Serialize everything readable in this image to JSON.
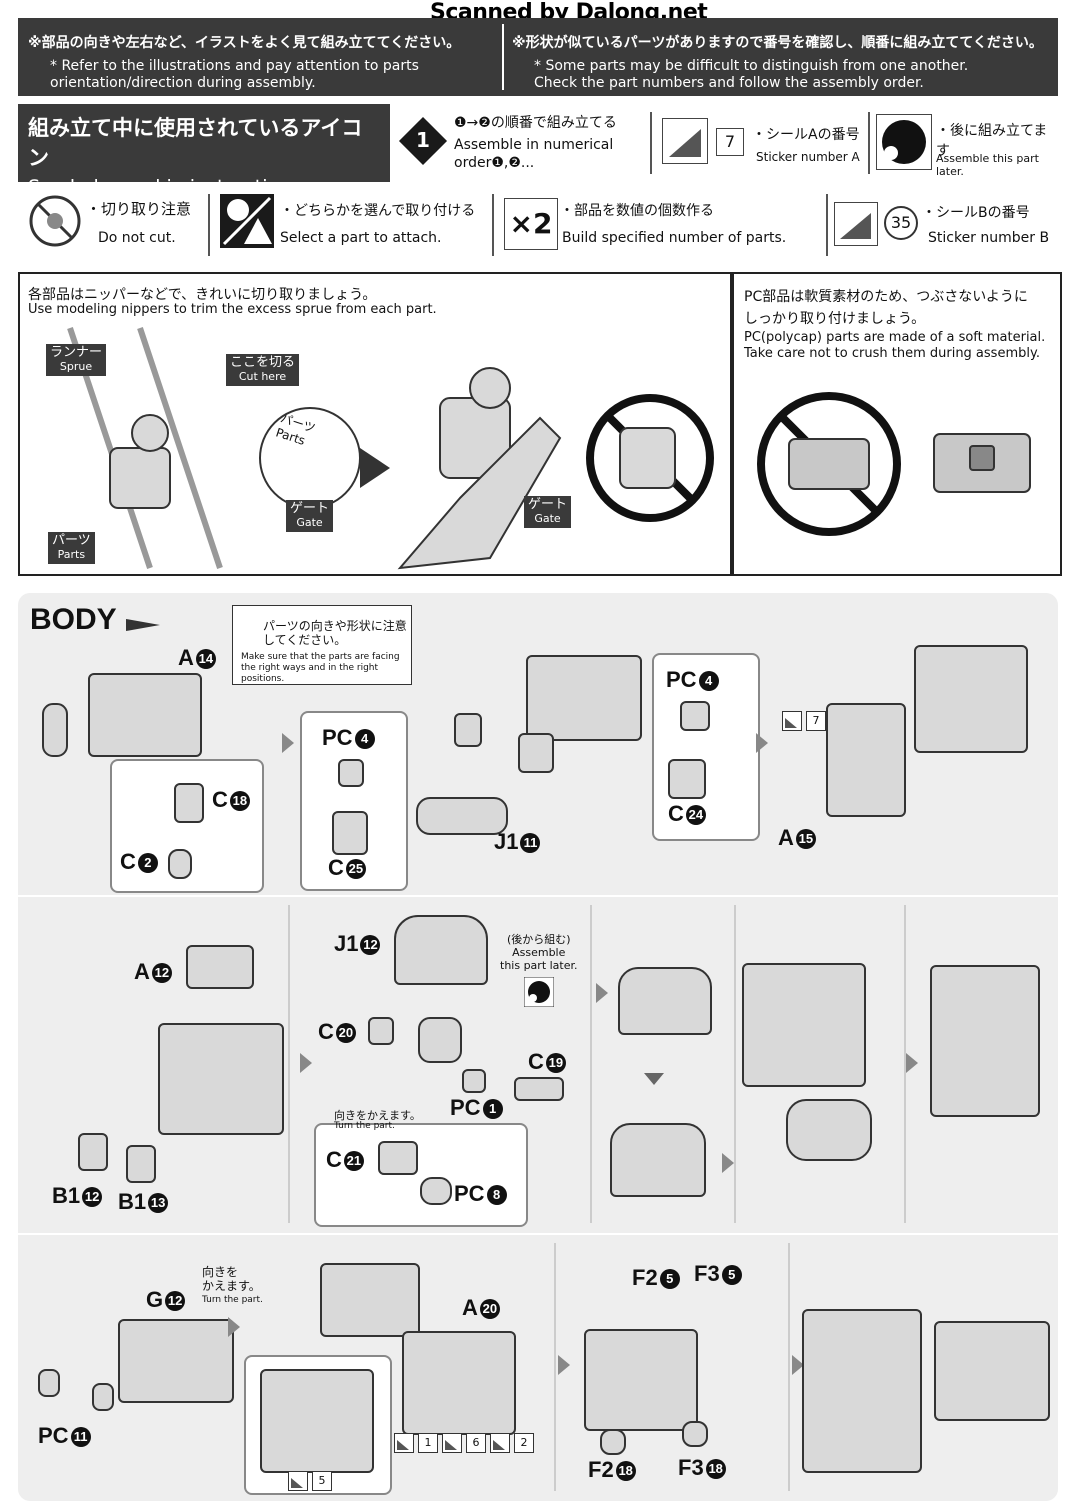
{
  "header": {
    "scanned_by": "Scanned by Dalong.net",
    "left_jp": "※部品の向きや左右など、イラストをよく見て組み立ててください。",
    "left_en": "* Refer to the illustrations and pay attention to parts\norientation/direction during assembly.",
    "right_jp": "※形状が似ているパーツがありますので番号を確認し、順番に組み立ててください。",
    "right_en": "* Some parts may be difficult to distinguish from one another.\nCheck the part numbers and follow the assembly order."
  },
  "symbols": {
    "title_jp": "組み立て中に使用されているアイコン",
    "title_en": "Symbols used in instructions",
    "step_number": "1",
    "order_jp": "❶→❷の順番で組み立てる",
    "order_en": "Assemble in numerical order❶,❷...",
    "sticker_a_num": "7",
    "sticker_a_jp": "・シールAの番号",
    "sticker_a_en": "Sticker number A",
    "later_jp": "・後に組み立てます",
    "later_en": "Assemble this part later.",
    "nocut_jp": "・切り取り注意",
    "nocut_en": "Do not cut.",
    "choose_jp": "・どちらかを選んで取り付ける",
    "choose_en": "Select a part to attach.",
    "x2_label": "×2",
    "build_jp": "・部品を数値の個数作る",
    "build_en": "Build specified number of parts.",
    "sticker_b_num": "35",
    "sticker_b_jp": "・シールBの番号",
    "sticker_b_en": "Sticker number B"
  },
  "nippers": {
    "jp": "各部品はニッパーなどで、きれいに切り取りましょう。",
    "en": "Use modeling nippers to trim the excess sprue from each part.",
    "sprue_jp": "ランナー",
    "sprue_en": "Sprue",
    "cut_jp": "ここを切る",
    "cut_en": "Cut here",
    "parts_jp": "パーツ",
    "parts_en": "Parts",
    "gate_jp": "ゲート",
    "gate_en": "Gate",
    "gate2_jp": "ゲート",
    "gate2_en": "Gate",
    "parts2_jp": "パーツ",
    "parts2_en": "Parts"
  },
  "pc": {
    "jp1": "PC部品は軟質素材のため、つぶさないように",
    "jp2": "しっかり取り付けましょう。",
    "en1": "PC(polycap) parts are made of a soft material.",
    "en2": "Take care not to crush them during assembly."
  },
  "body": {
    "title": "BODY",
    "note_jp1": "パーツの向きや形状に注意",
    "note_jp2": "してください。",
    "note_en": "Make sure that the parts are facing the right ways and in the right positions.",
    "later_jp": "(後から組む)",
    "later_en1": "Assemble",
    "later_en2": "this part later.",
    "turn_jp": "向きをかえます。",
    "turn_en": "Turn the part.",
    "turn2_jp": "向きを",
    "turn2_jp2": "かえます。",
    "turn2_en": "Turn the part.",
    "labels": {
      "a14": "A",
      "a14n": "14",
      "c18": "C",
      "c18n": "18",
      "c2": "C",
      "c2n": "2",
      "pc4a": "PC",
      "pc4an": "4",
      "c25": "C",
      "c25n": "25",
      "j11": "J1",
      "j11n": "11",
      "pc4b": "PC",
      "pc4bn": "4",
      "c24": "C",
      "c24n": "24",
      "a15": "A",
      "a15n": "15",
      "a12": "A",
      "a12n": "12",
      "b112": "B1",
      "b112n": "12",
      "b113": "B1",
      "b113n": "13",
      "j12": "J1",
      "j12n": "12",
      "c20": "C",
      "c20n": "20",
      "c19": "C",
      "c19n": "19",
      "pc1": "PC",
      "pc1n": "1",
      "c21": "C",
      "c21n": "21",
      "pc8": "PC",
      "pc8n": "8",
      "g12": "G",
      "g12n": "12",
      "pc11": "PC",
      "pc11n": "11",
      "a20": "A",
      "a20n": "20",
      "f25": "F2",
      "f25n": "5",
      "f35": "F3",
      "f35n": "5",
      "f218": "F2",
      "f218n": "18",
      "f318": "F3",
      "f318n": "18"
    },
    "stickers": {
      "s7": "7",
      "s1": "1",
      "s6": "6",
      "s2": "2",
      "s5": "5"
    }
  }
}
